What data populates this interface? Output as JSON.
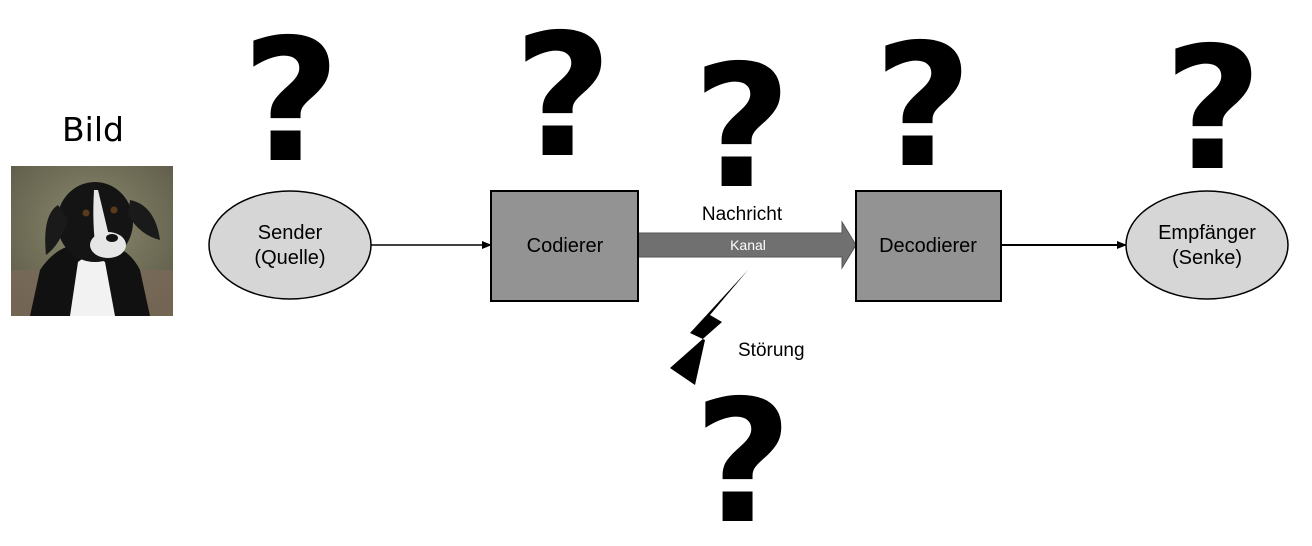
{
  "image": {
    "title": "Bild",
    "photo_subject": "dog-photo"
  },
  "nodes": {
    "sender_line1": "Sender",
    "sender_line2": "(Quelle)",
    "encoder": "Codierer",
    "channel": "Kanal",
    "message": "Nachricht",
    "decoder": "Decodierer",
    "receiver_line1": "Empfänger",
    "receiver_line2": "(Senke)",
    "noise": "Störung"
  },
  "question_marks": [
    "?",
    "?",
    "?",
    "?",
    "?",
    "?"
  ],
  "colors": {
    "box_fill": "#939393",
    "ellipse_fill": "#d6d6d6",
    "channel_fill": "#707070",
    "line": "#000000"
  }
}
